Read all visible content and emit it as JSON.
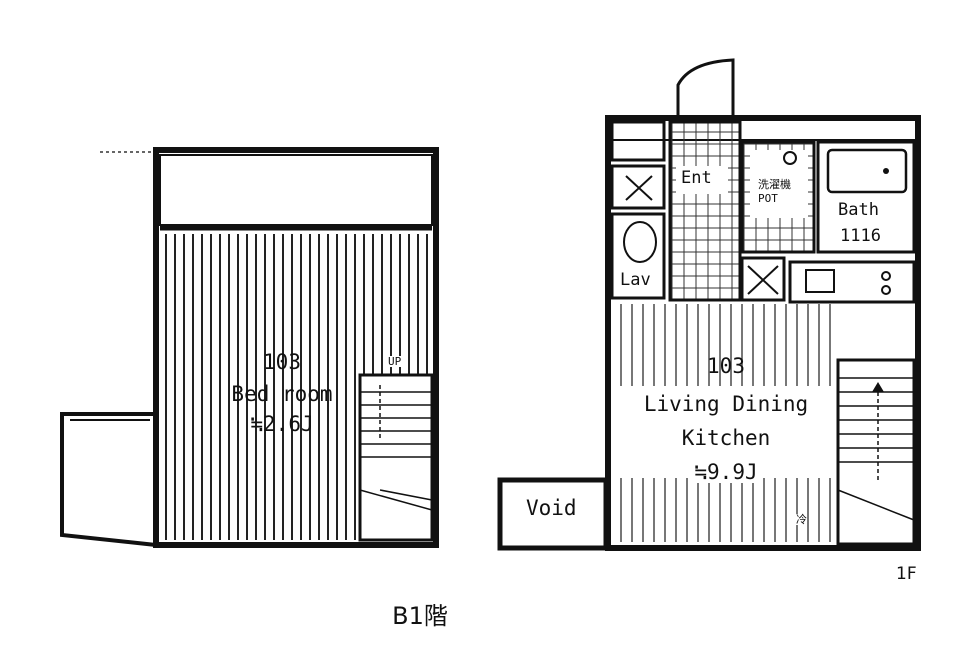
{
  "b1": {
    "unit": "103",
    "room": "Bed room",
    "size": "≒2.6J",
    "stair": "UP"
  },
  "f1": {
    "unit": "103",
    "ldk_line1": "Living Dining",
    "ldk_line2": "Kitchen",
    "size": "≒9.9J",
    "ent": "Ent",
    "lav": "Lav",
    "bath": "Bath",
    "bath_size": "1116",
    "void": "Void",
    "washer": "洗濯機\nPOT",
    "ref": "冷"
  },
  "floor_1f": "1F",
  "floor_b1": "B1階"
}
